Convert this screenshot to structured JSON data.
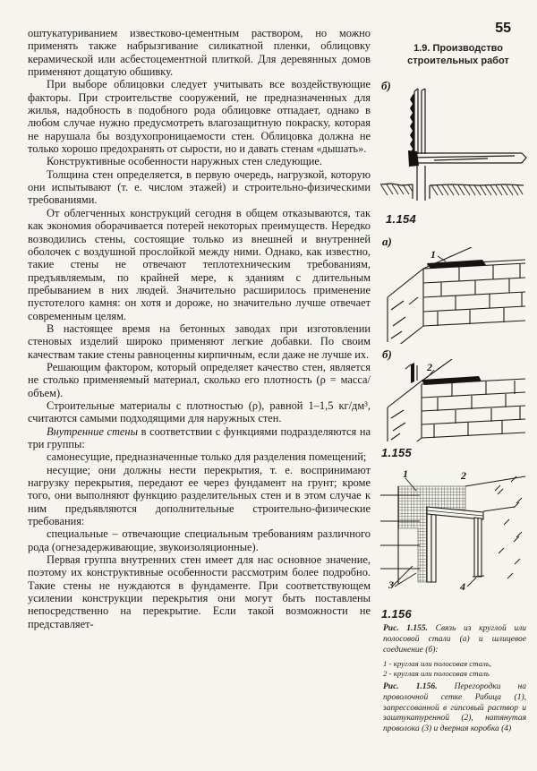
{
  "page": {
    "number": "55",
    "section_header": "1.9. Производство строительных работ"
  },
  "colors": {
    "paper": "#f5f4ef",
    "ink": "#1c1b18"
  },
  "article": {
    "paragraphs": [
      "оштукатуриванием известково-цементным раствором, но можно применять также набрызгивание силикатной пленки, облицовку керамической или асбестоцементной плиткой. Для деревянных домов применяют дощатую обшивку.",
      "При выборе облицовки следует учитывать все воздействующие факторы. При строительстве сооружений, не предназначенных для жилья, надобность в подобного рода облицовке отпадает, однако в любом случае нужно предусмотреть влагозащитную покраску, которая не нарушала бы воздухопроницаемости стен. Облицовка должна не только хорошо предохранять от сырости, но и давать стенам «дышать».",
      "Конструктивные особенности наружных стен следующие.",
      "Толщина стен определяется, в первую очередь, нагрузкой, которую они испытывают (т. е. числом этажей) и строительно-физическими требованиями.",
      "От облегченных конструкций сегодня в общем отказываются, так как экономия оборачивается потерей некоторых преимуществ. Нередко возводились стены, состоящие только из внешней и внутренней оболочек с воздушной прослойкой между ними. Однако, как известно, такие стены не отвечают теплотехническим требованиям, предъявляемым, по крайней мере, к зданиям с длительным пребыванием в них людей. Значительно расширилось применение пустотелого камня: он хотя и дороже, но значительно лучше отвечает современным целям.",
      "В настоящее время на бетонных заводах при изготовлении стеновых изделий широко применяют легкие добавки. По своим качествам такие стены равноценны кирпичным, если даже не лучше их.",
      "Решающим фактором, который определяет качество стен, является не столько применяемый материал, сколько его плотность (ρ = масса/объем).",
      "Строительные материалы с плотностью (ρ), равной 1–1,5 кг/дм³, считаются самыми подходящими для наружных стен.",
      {
        "lead": "Внутренние стены",
        "rest": " в соответствии с функциями подразделяются на три группы:"
      },
      "самонесущие, предназначенные только для разделения помещений;",
      "несущие; они должны нести перекрытия, т. е. воспринимают нагрузку перекрытия, передают ее через фундамент на грунт; кроме того, они выполняют функцию разделительных стен и в этом случае к ним предъявляются дополнительные строительно-физические требования:",
      "специальные – отвечающие специальным требованиям различного рода (огнезадерживающие, звукоизоляционные).",
      "Первая группа внутренних стен имеет для нас основное значение, поэтому их конструктивные особенности рассмотрим более подробно. Такие стены не нуждаются в фундаменте. При соответствующем усилении конструкции перекрытия они могут быть поставлены непосредственно на перекрытие. Если такой возможности не представляет-"
    ]
  },
  "figures": {
    "f154": {
      "panel_label": "б)",
      "number": "1.154"
    },
    "f155a": {
      "panel_label": "а)",
      "callout_1": "1"
    },
    "f155b": {
      "panel_label": "б)",
      "callout_2": "2"
    },
    "f155_number": "1.155",
    "f156": {
      "number": "1.156",
      "callout_1": "1",
      "callout_2": "2",
      "callout_3": "3",
      "callout_4": "4"
    }
  },
  "captions": {
    "f155": {
      "lead": "Рис. 1.155.",
      "body": " Связь из круглой или полосовой стали (а) и шлицевое соединение (б):",
      "legend_1": "1 - круглая или полосовая сталь,",
      "legend_2": "2 - круглая или полосовая сталь"
    },
    "f156": {
      "lead": "Рис. 1.156.",
      "body": " Перегородки на проволочной сетке Рабица (1), запрессованной в гипсовый раствор и заштукатуренной (2), натянутая проволока (3) и дверная коробка (4)"
    }
  }
}
